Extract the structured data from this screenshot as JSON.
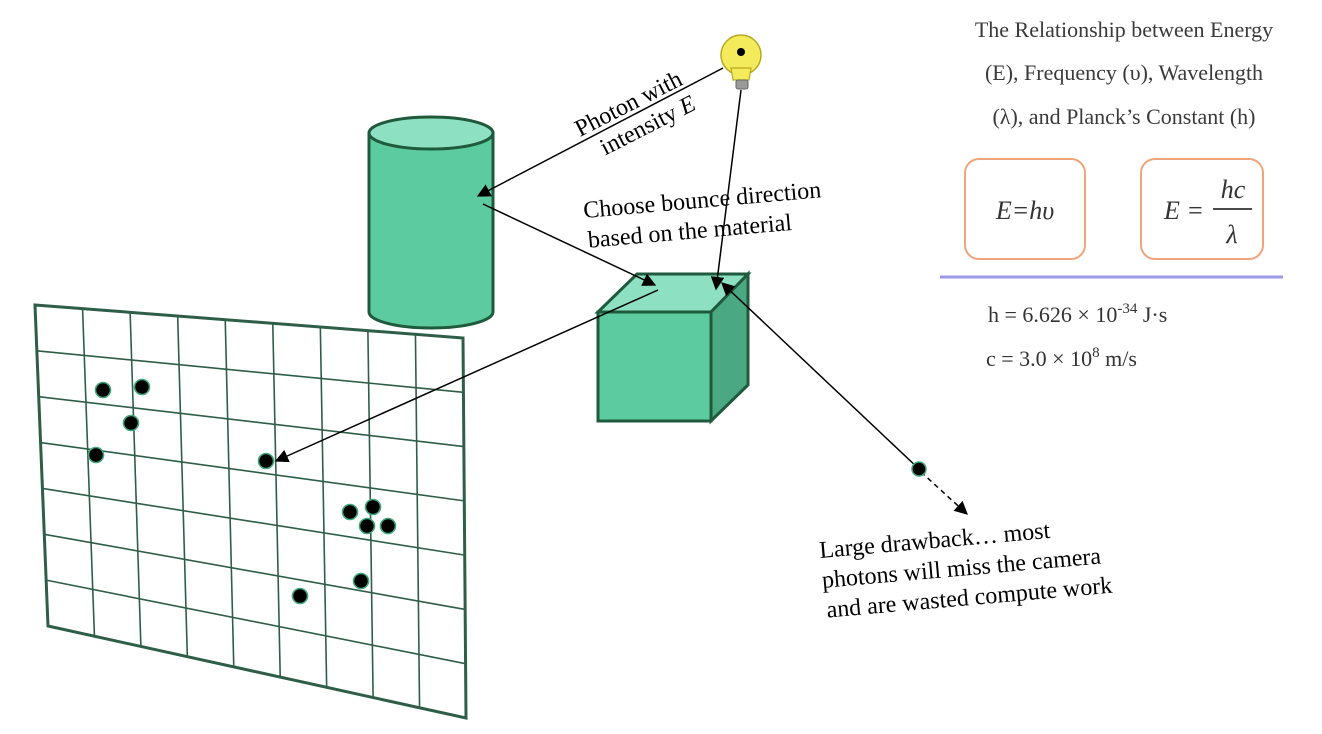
{
  "labels": {
    "photon_line1": "Photon with",
    "photon_line2": "intensity",
    "photon_var": "E",
    "bounce_line1": "Choose bounce direction",
    "bounce_line2": "based on the material",
    "drawback_line1": "Large drawback… most",
    "drawback_line2": "photons will miss the camera",
    "drawback_line3": "and are wasted compute work"
  },
  "formula_panel": {
    "title_line1": "The Relationship between Energy",
    "title_line2": "(E), Frequency (υ), Wavelength",
    "title_line3": "(λ), and Planck’s Constant (h)",
    "eq1": "E=hυ",
    "eq2_lhs": "E =",
    "eq2_num": "hc",
    "eq2_den": "λ",
    "h_const": "h = 6.626 × 10",
    "h_exp": "-34",
    "h_unit": " J·s",
    "c_const": "c = 3.0 × 10",
    "c_exp": "8",
    "c_unit": " m/s"
  },
  "colors": {
    "object_fill": "#5ccb9f",
    "object_top": "#8ee0c2",
    "object_side": "#4aa882",
    "object_stroke": "#1f5a3c",
    "grid_stroke": "#2e5e48",
    "dot_fill": "#000000",
    "dot_stroke": "#3fa77c",
    "bulb": "#f3eb5b",
    "box_stroke": "#f0a47a",
    "divider": "#9a9ae6"
  },
  "icons": {
    "light": "lightbulb-icon"
  }
}
